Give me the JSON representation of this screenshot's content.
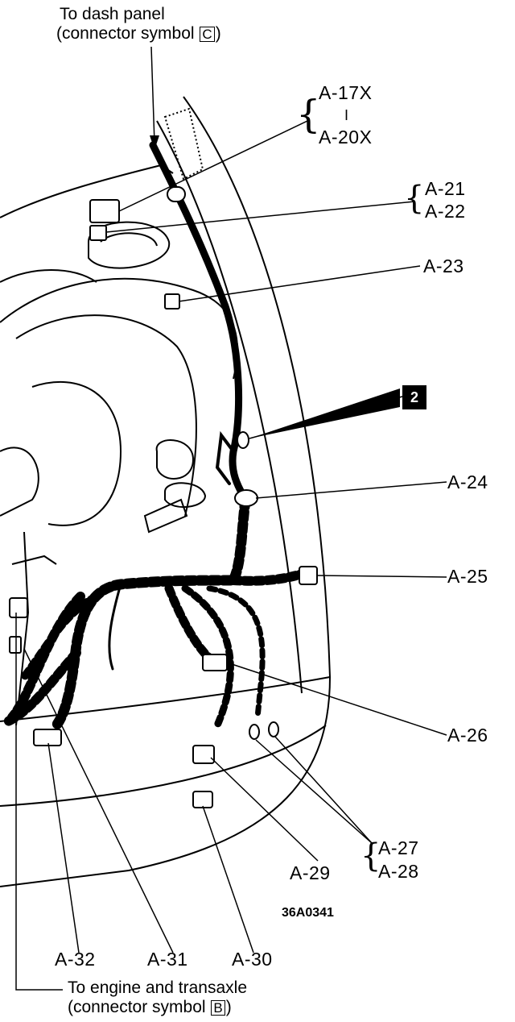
{
  "top_note": {
    "line1": "To dash panel",
    "line2_prefix": "(connector symbol ",
    "line2_symbol": "C",
    "line2_suffix": ")"
  },
  "bottom_note": {
    "line1": "To engine and transaxle",
    "line2_prefix": "(connector symbol ",
    "line2_symbol": "B",
    "line2_suffix": ")"
  },
  "labels": {
    "a17x": "A-17X",
    "a17x_sep": "I",
    "a20x": "A-20X",
    "a21": "A-21",
    "a22": "A-22",
    "a23": "A-23",
    "a24": "A-24",
    "a25": "A-25",
    "a26": "A-26",
    "a27": "A-27",
    "a28": "A-28",
    "a29": "A-29",
    "a30": "A-30",
    "a31": "A-31",
    "a32": "A-32"
  },
  "callout_badge": "2",
  "figure_code": "36A0341"
}
